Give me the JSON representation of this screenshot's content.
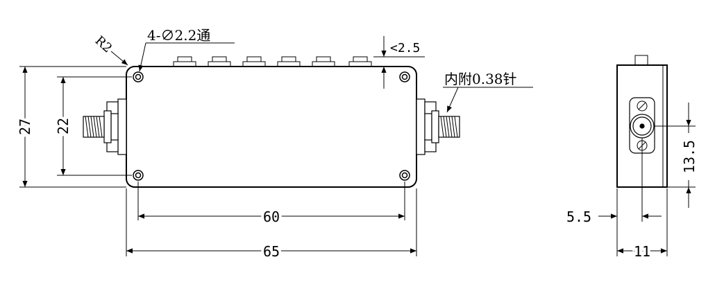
{
  "annotations": {
    "corner_radius": "R2",
    "holes": "4-∅2.2通",
    "connector_height": "<2.5",
    "pin_note": "内附0.38针"
  },
  "dimensions": {
    "width_overall": "65",
    "hole_spacing_x": "60",
    "height_overall": "27",
    "hole_spacing_y": "22",
    "side_height": "13.5",
    "side_offset": "5.5",
    "side_width": "11"
  }
}
